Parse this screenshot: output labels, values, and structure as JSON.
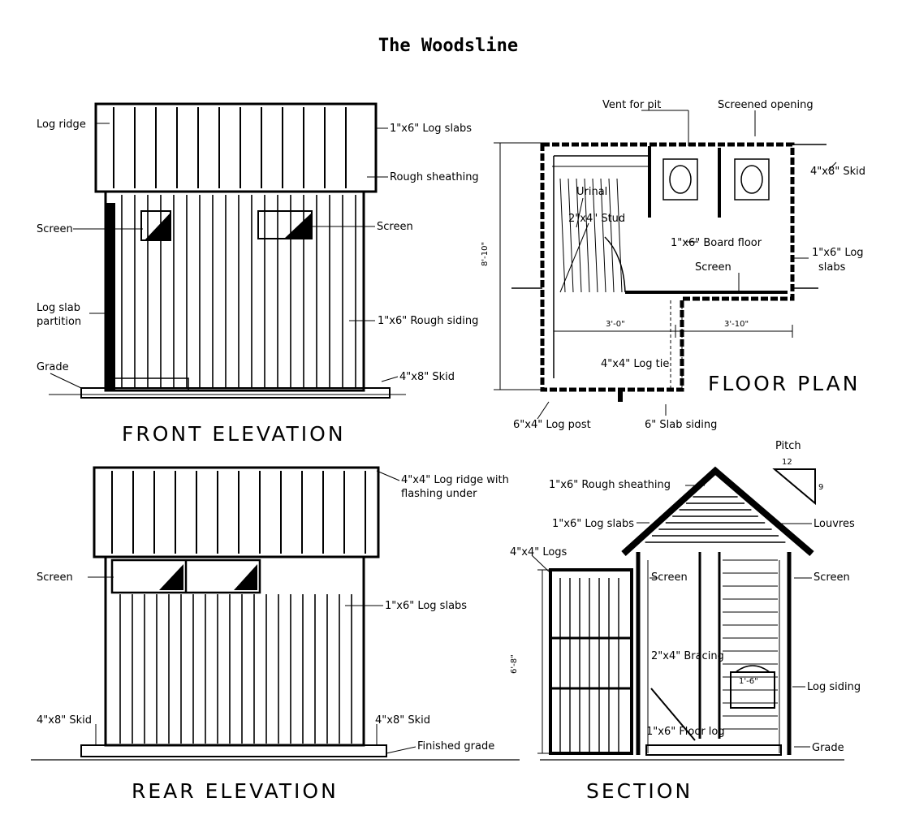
{
  "title": "The Woodsline",
  "views": {
    "front_elevation": {
      "caption": "FRONT ELEVATION",
      "labels": {
        "log_ridge": "Log ridge",
        "log_slabs": "1\"x6\" Log slabs",
        "rough_sheathing": "Rough sheathing",
        "screen_left": "Screen",
        "screen_right": "Screen",
        "log_slab_partition_1": "Log slab",
        "log_slab_partition_2": "partition",
        "rough_siding": "1\"x6\" Rough siding",
        "grade": "Grade",
        "skid": "4\"x8\" Skid"
      }
    },
    "floor_plan": {
      "caption": "FLOOR PLAN",
      "labels": {
        "vent_for_pit": "Vent for pit",
        "screened_opening": "Screened opening",
        "skid": "4\"x8\" Skid",
        "urinal": "Urinal",
        "stud": "2\"x4\" Stud",
        "board_floor": "1\"x6\" Board floor",
        "log_slabs_1": "1\"x6\" Log",
        "log_slabs_2": "slabs",
        "screen": "Screen",
        "dim_height": "8'-10\"",
        "dim_left": "3'-0\"",
        "dim_right": "3'-10\"",
        "log_tie": "4\"x4\" Log tie",
        "log_post": "6\"x4\" Log post",
        "slab_siding": "6\" Slab siding"
      }
    },
    "rear_elevation": {
      "caption": "REAR ELEVATION",
      "labels": {
        "log_ridge_1": "4\"x4\" Log ridge with",
        "log_ridge_2": "flashing under",
        "screen": "Screen",
        "log_slabs": "1\"x6\" Log slabs",
        "skid_left": "4\"x8\" Skid",
        "skid_right": "4\"x8\" Skid",
        "finished_grade": "Finished grade"
      }
    },
    "section": {
      "caption": "SECTION",
      "labels": {
        "pitch": "Pitch",
        "pitch_run": "12",
        "pitch_rise": "9",
        "rough_sheathing": "1\"x6\" Rough sheathing",
        "log_slabs": "1\"x6\" Log slabs",
        "louvres": "Louvres",
        "logs": "4\"x4\" Logs",
        "screen_left": "Screen",
        "screen_right": "Screen",
        "dim_height": "6'-8\"",
        "bracing": "2\"x4\" Bracing",
        "seat": "1'-6\"",
        "log_siding": "Log siding",
        "floor_log": "1\"x6\" Floor log",
        "grade": "Grade"
      }
    }
  }
}
